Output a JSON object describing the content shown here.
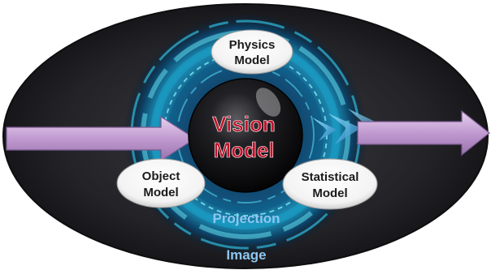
{
  "diagram": {
    "center": {
      "line1": "Vision",
      "line2": "Model"
    },
    "nodes": {
      "physics": {
        "line1": "Physics",
        "line2": "Model"
      },
      "object": {
        "line1": "Object",
        "line2": "Model"
      },
      "statistical": {
        "line1": "Statistical",
        "line2": "Model"
      }
    },
    "projection_label": "Projection",
    "image_label": "Image"
  },
  "colors": {
    "oval_fill": "#232327",
    "ring_glow": "#3fd0e8",
    "ring_deep": "#0f4f7a",
    "center_text": "#c0142b",
    "node_text": "#1a1a1a",
    "node_fill": "#ffffff",
    "arrow_fill": "#c09ad0",
    "arrow_edge": "#7a5a90",
    "bottom_text": "#8ec6f0"
  },
  "arrows": [
    "input-arrow",
    "output-arrow"
  ]
}
